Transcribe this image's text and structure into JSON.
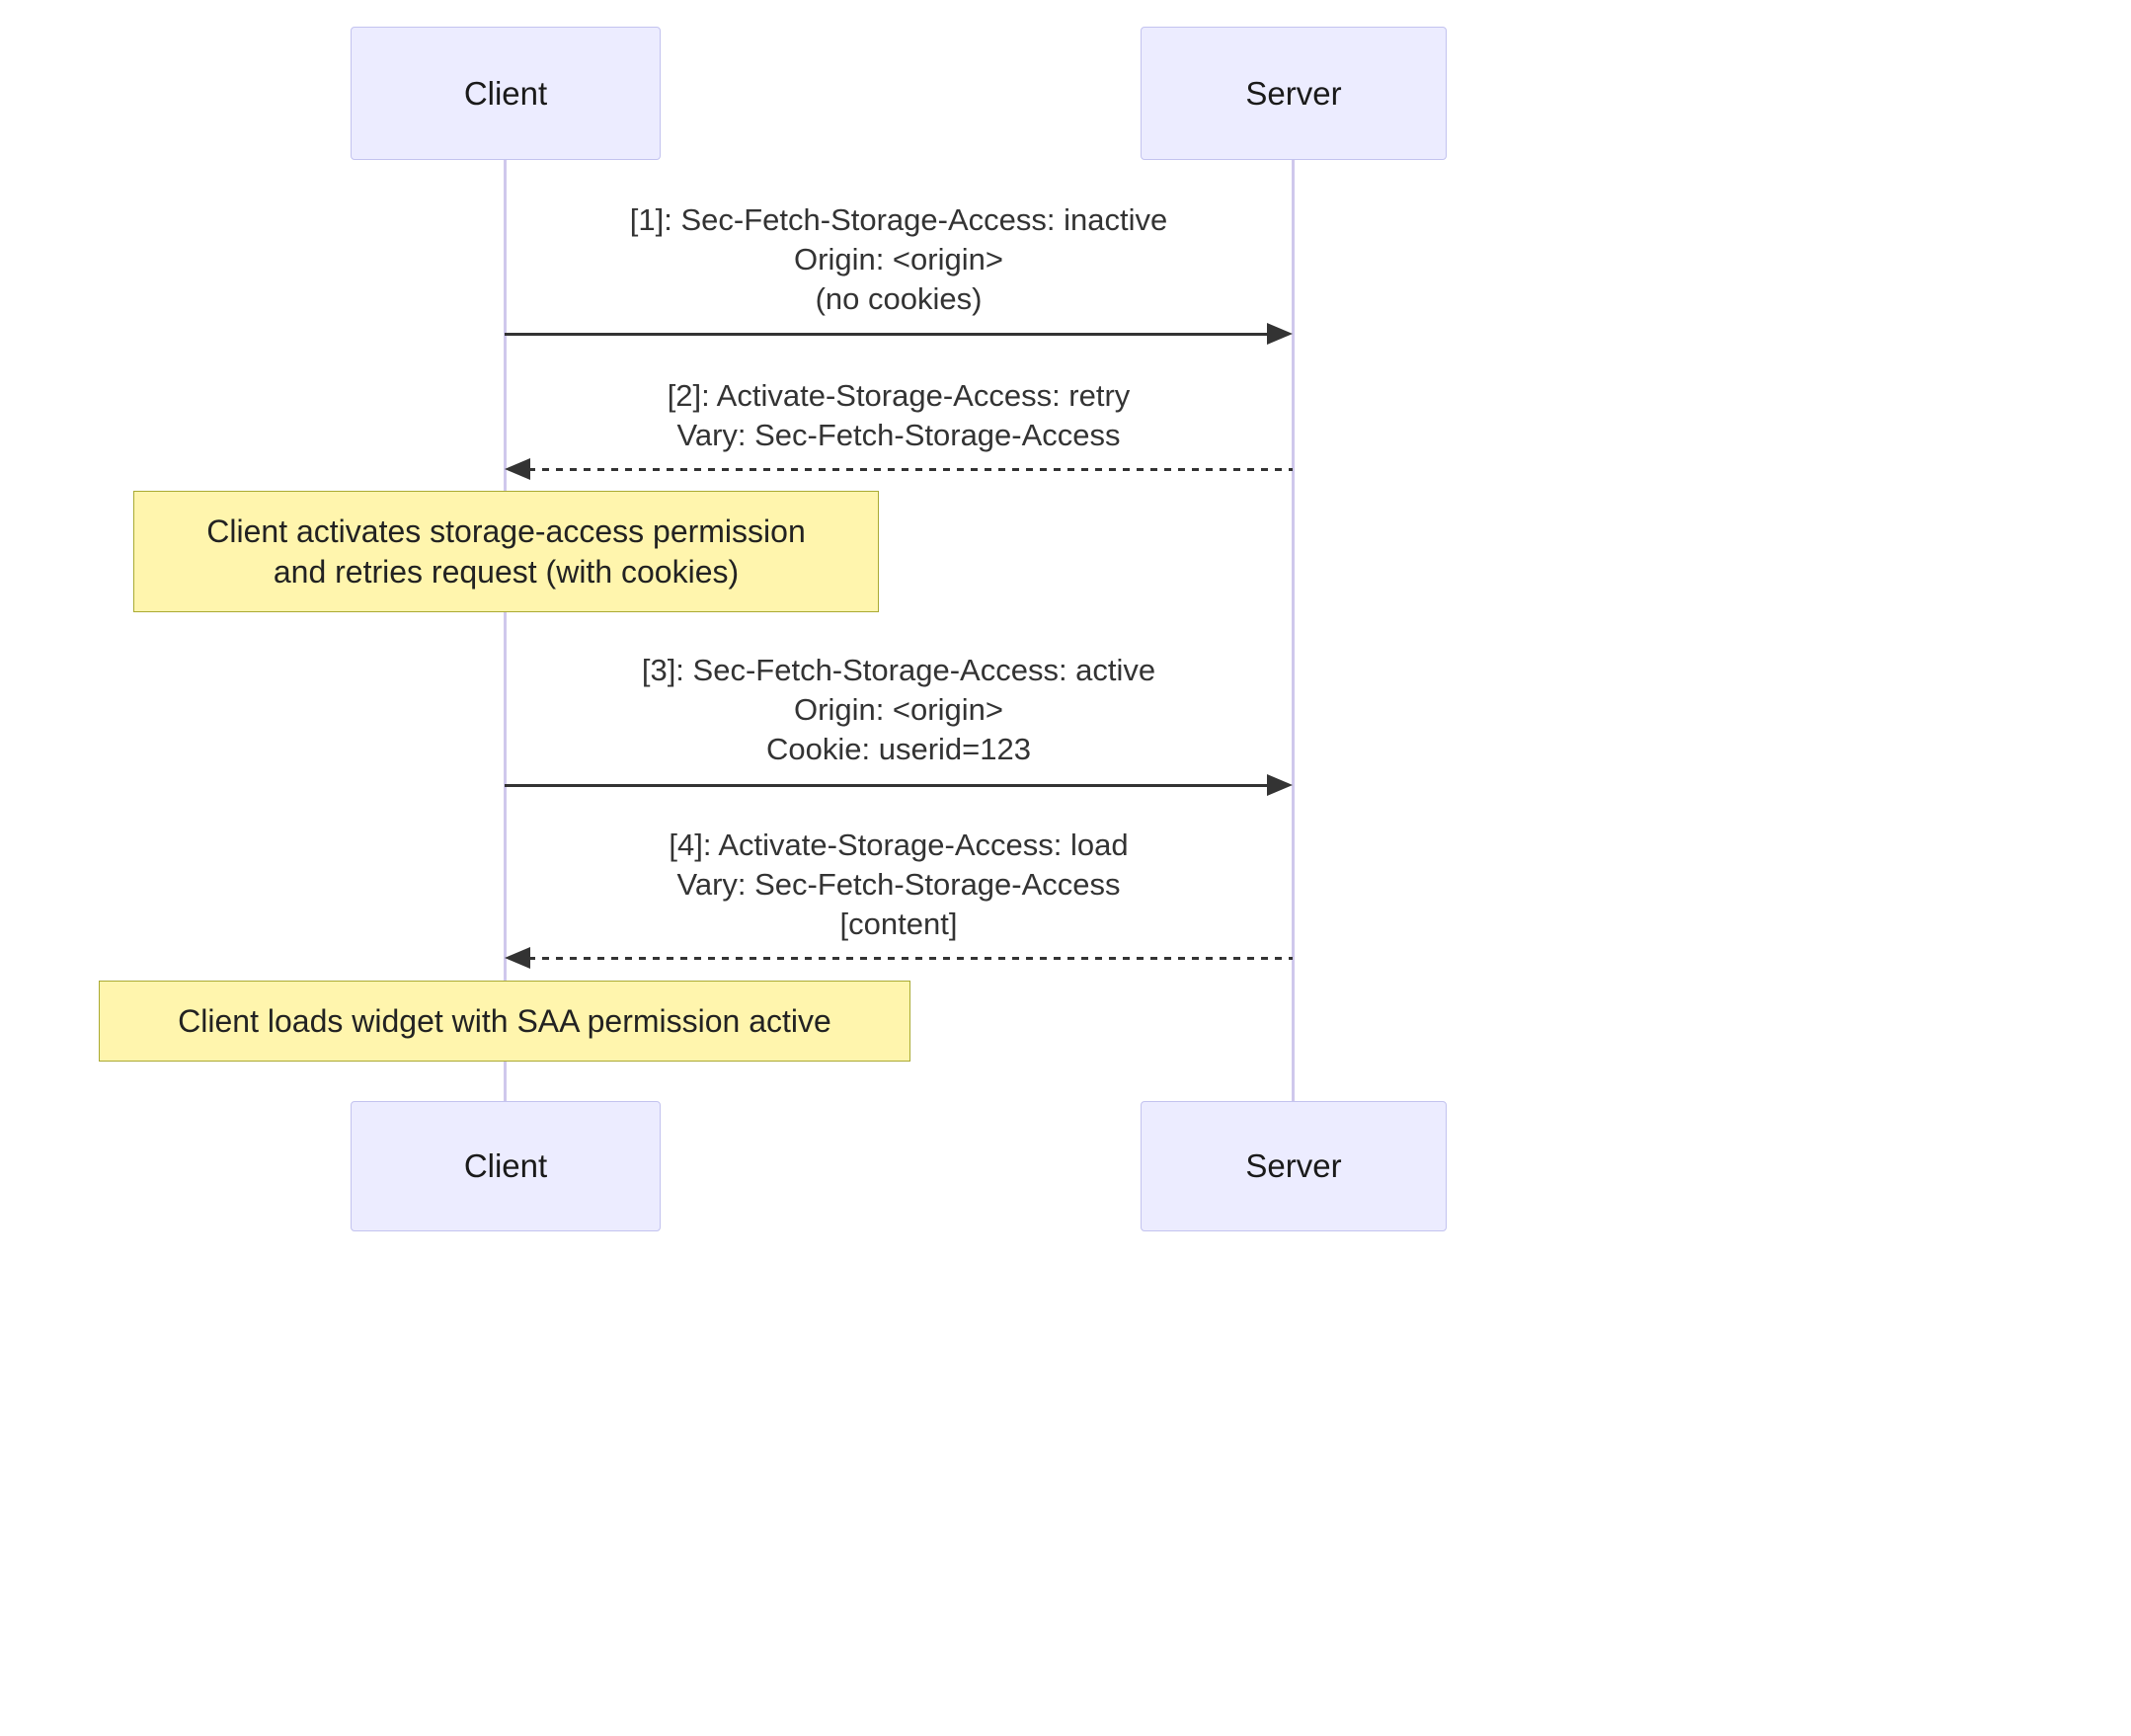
{
  "diagram": {
    "type": "sequence-diagram",
    "actors": {
      "client": "Client",
      "server": "Server"
    },
    "messages": [
      {
        "id": 1,
        "from": "Client",
        "to": "Server",
        "style": "solid",
        "lines": [
          "[1]: Sec-Fetch-Storage-Access: inactive",
          "Origin: <origin>",
          "(no cookies)"
        ]
      },
      {
        "id": 2,
        "from": "Server",
        "to": "Client",
        "style": "dashed",
        "lines": [
          "[2]: Activate-Storage-Access: retry",
          "Vary: Sec-Fetch-Storage-Access"
        ]
      },
      {
        "id": 3,
        "from": "Client",
        "to": "Server",
        "style": "solid",
        "lines": [
          "[3]: Sec-Fetch-Storage-Access: active",
          "Origin: <origin>",
          "Cookie: userid=123"
        ]
      },
      {
        "id": 4,
        "from": "Server",
        "to": "Client",
        "style": "dashed",
        "lines": [
          "[4]: Activate-Storage-Access: load",
          "Vary: Sec-Fetch-Storage-Access",
          "[content]"
        ]
      }
    ],
    "notes": [
      {
        "lines": [
          "Client activates storage-access permission",
          "and retries request (with cookies)"
        ]
      },
      {
        "lines": [
          "Client loads widget with SAA permission active"
        ]
      }
    ],
    "colors": {
      "actor_fill": "#ececff",
      "actor_border": "#c3c3ef",
      "lifeline": "#cfc8ec",
      "arrow": "#333333",
      "note_fill": "#fff5ad",
      "note_border": "#aaaa33",
      "text": "#333333"
    }
  }
}
